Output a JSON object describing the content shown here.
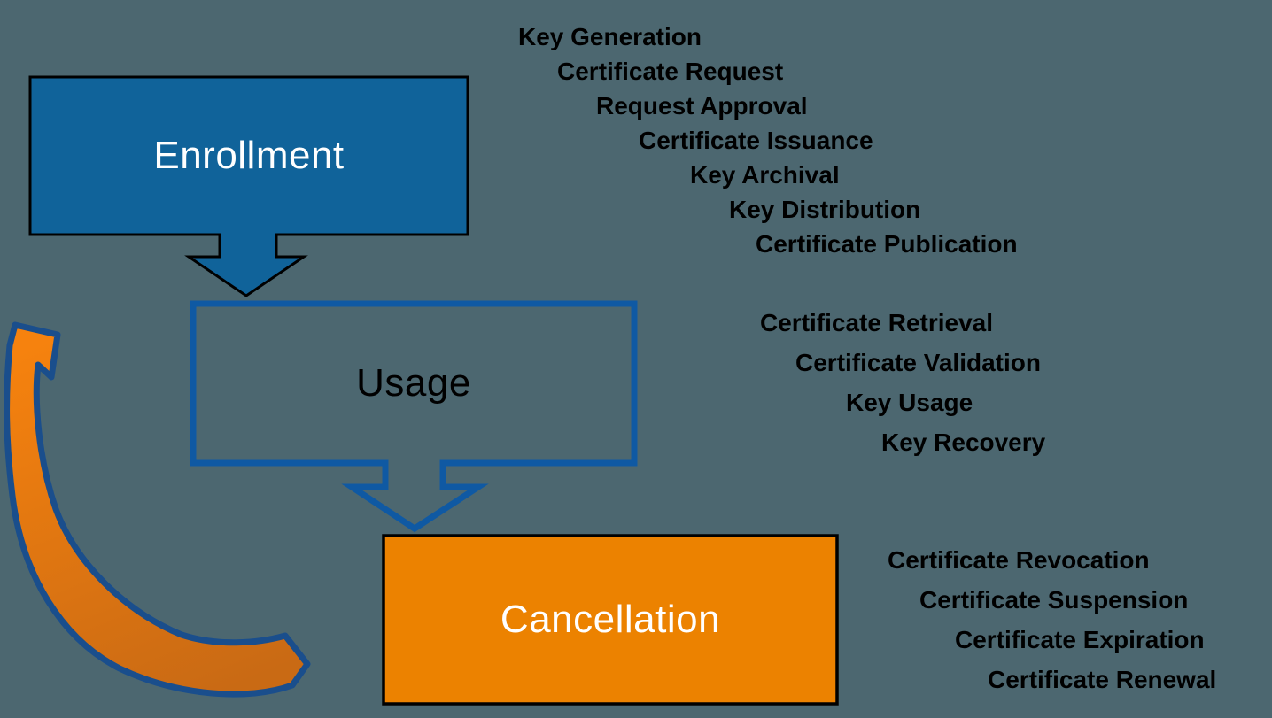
{
  "colors": {
    "background": "#4C6770",
    "enrollment_fill": "#10639A",
    "box_outline": "#000000",
    "usage_border": "#0F59A3",
    "cancellation_fill": "#EC8200",
    "loop_arrow_fill_top": "#F6820E",
    "loop_arrow_fill_bottom": "#C96A14",
    "loop_arrow_outline": "#1A4E8C",
    "title_light": "#FFFFFF",
    "title_dark": "#000000",
    "list_text": "#000000"
  },
  "stages": [
    {
      "label": "Enrollment",
      "items": [
        "Key Generation",
        "Certificate Request",
        "Request Approval",
        "Certificate Issuance",
        "Key Archival",
        "Key Distribution",
        "Certificate Publication"
      ]
    },
    {
      "label": "Usage",
      "items": [
        "Certificate Retrieval",
        "Certificate Validation",
        "Key Usage",
        "Key Recovery"
      ]
    },
    {
      "label": "Cancellation",
      "items": [
        "Certificate Revocation",
        "Certificate Suspension",
        "Certificate Expiration",
        "Certificate Renewal"
      ]
    }
  ]
}
